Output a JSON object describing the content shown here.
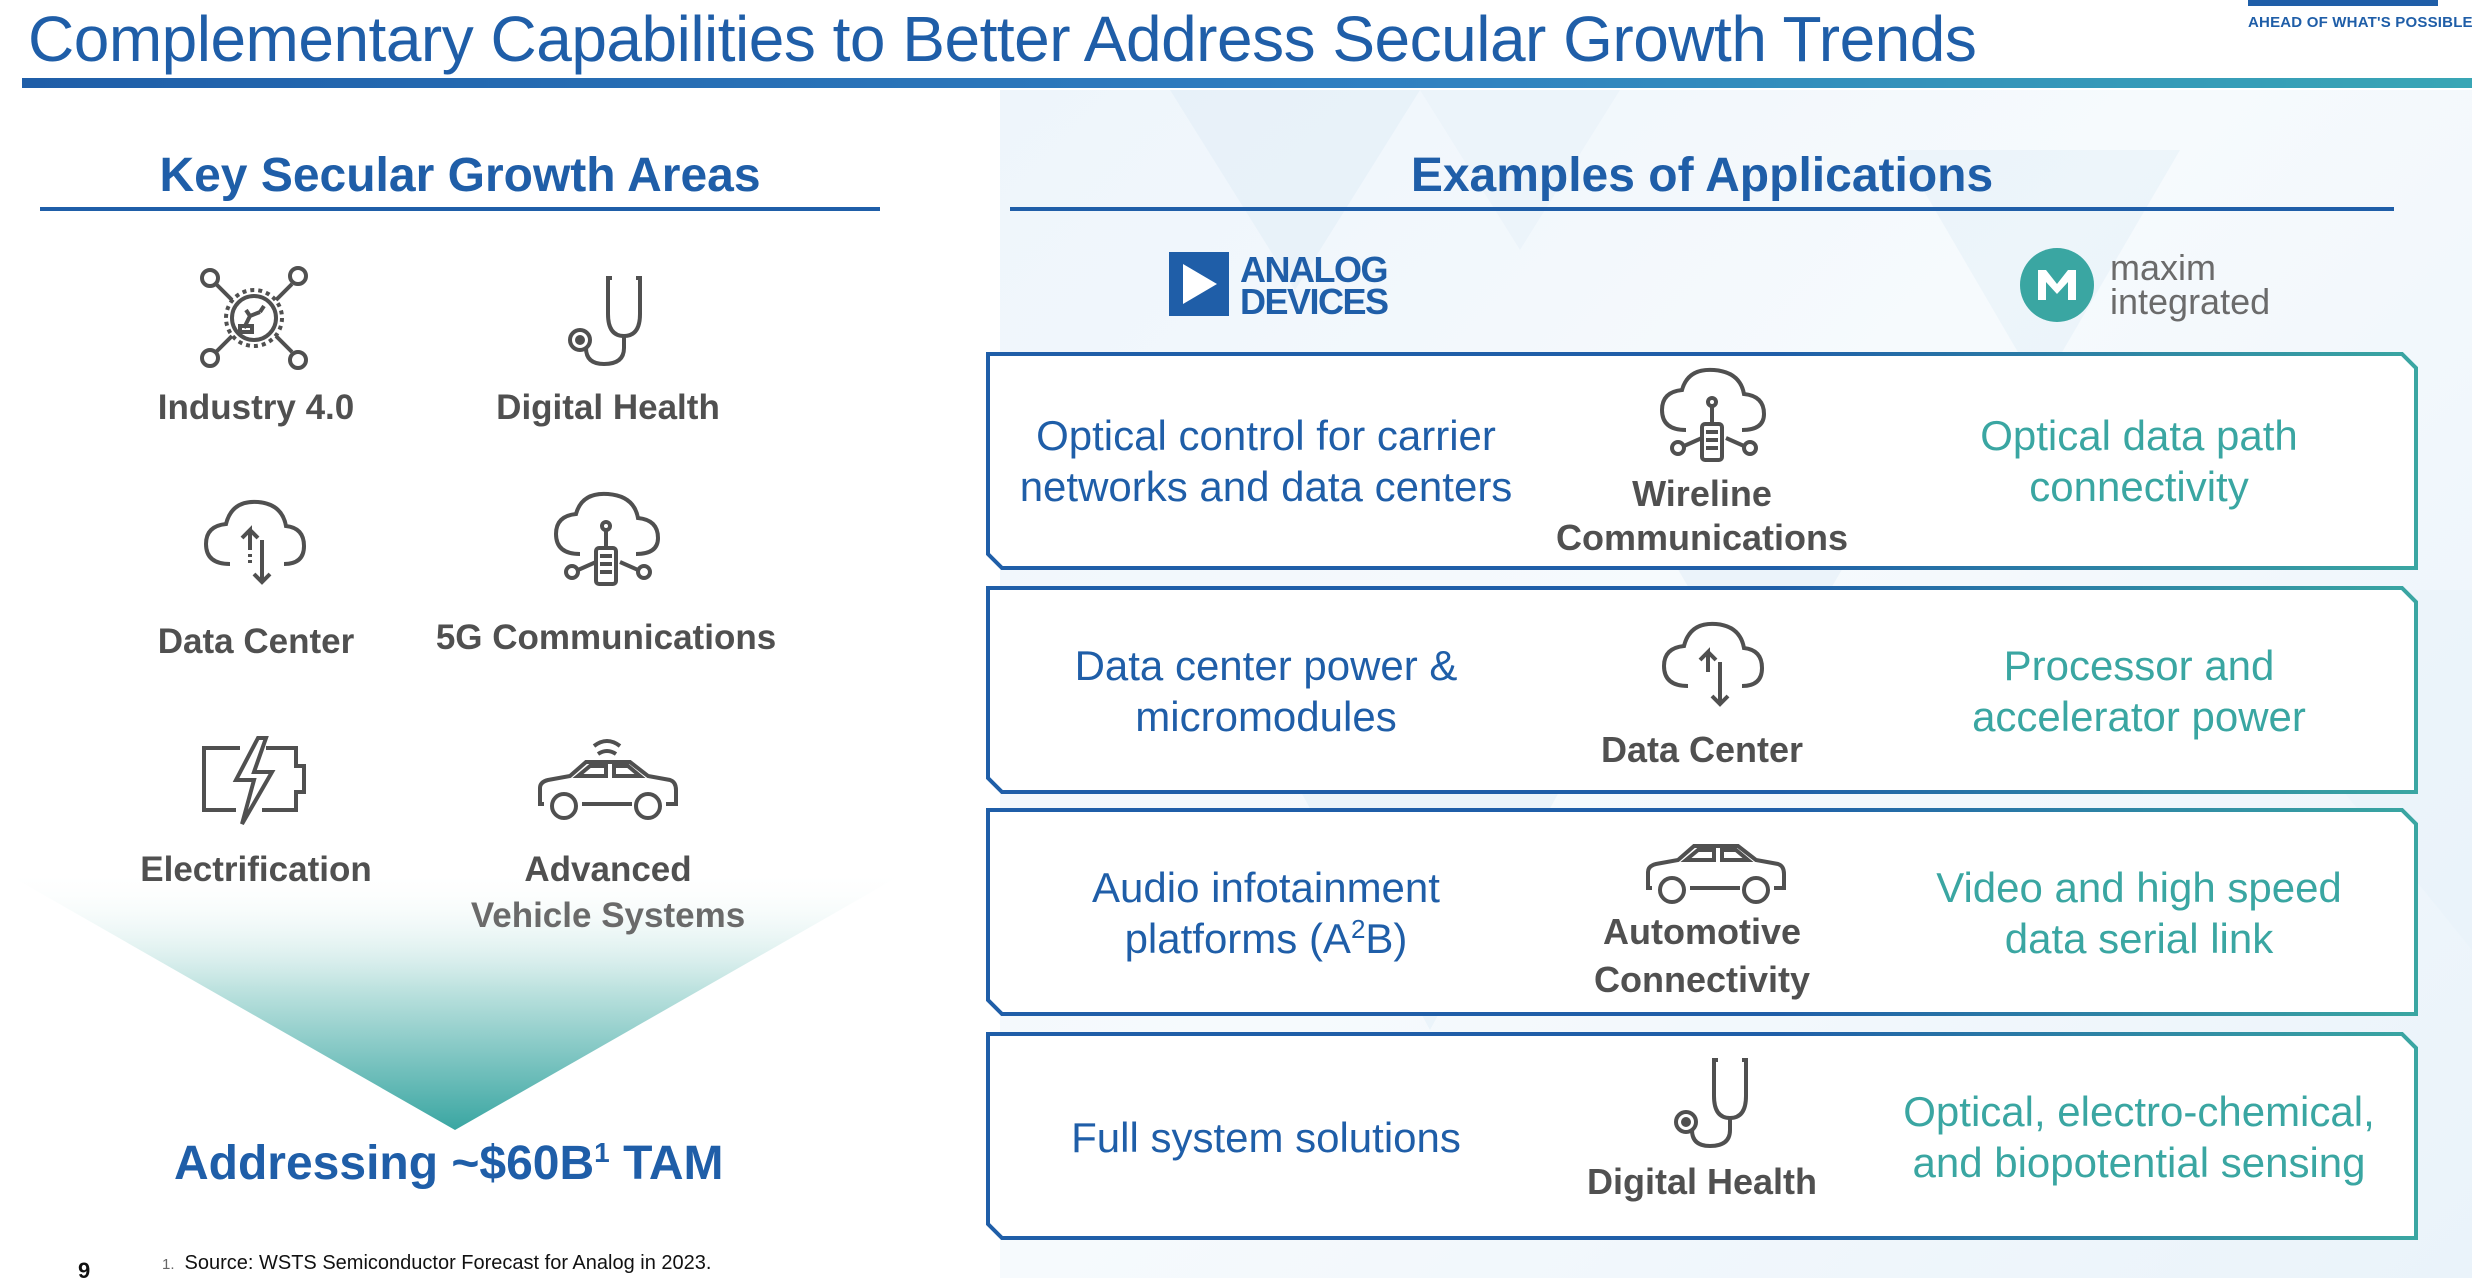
{
  "header": {
    "title": "Complementary Capabilities to Better Address Secular Growth Trends",
    "logo_tagline": "AHEAD OF WHAT'S POSSIBLE™"
  },
  "left": {
    "heading": "Key Secular Growth Areas",
    "areas": [
      {
        "label": "Industry 4.0",
        "icon": "robot-arm-network-icon"
      },
      {
        "label": "Digital Health",
        "icon": "stethoscope-icon"
      },
      {
        "label": "Data Center",
        "icon": "cloud-arrows-icon"
      },
      {
        "label": "5G Communications",
        "icon": "cloud-phone-network-icon"
      },
      {
        "label": "Electrification",
        "icon": "battery-lightning-icon"
      },
      {
        "label_line1": "Advanced",
        "label_line2": "Vehicle Systems",
        "icon": "connected-car-icon"
      }
    ],
    "tam_prefix": "Addressing ~$60B",
    "tam_sup": "1",
    "tam_suffix": " TAM"
  },
  "right": {
    "heading": "Examples of Applications",
    "adi_logo_line1": "ANALOG",
    "adi_logo_line2": "DEVICES",
    "maxim_logo_line1": "maxim",
    "maxim_logo_line2": "integrated",
    "rows": [
      {
        "adi_line1": "Optical control for carrier",
        "adi_line2": "networks and data centers",
        "mid_line1": "Wireline",
        "mid_line2": "Communications",
        "maxim_line1": "Optical data path",
        "maxim_line2": "connectivity"
      },
      {
        "adi_line1": "Data center power &",
        "adi_line2": "micromodules",
        "mid_line1": "Data Center",
        "maxim_line1": "Processor and",
        "maxim_line2": "accelerator power"
      },
      {
        "adi_line1": "Audio infotainment",
        "adi_line2_pre": "platforms (A",
        "adi_line2_sup": "2",
        "adi_line2_post": "B)",
        "mid_line1": "Automotive",
        "mid_line2": "Connectivity",
        "maxim_line1": "Video and high speed",
        "maxim_line2": "data serial link"
      },
      {
        "adi_line1": "Full system solutions",
        "mid_line1": "Digital Health",
        "maxim_line1": "Optical, electro-chemical,",
        "maxim_line2": "and biopotential sensing"
      }
    ]
  },
  "footer": {
    "page_number": "9",
    "footnote_num": "1.",
    "footnote_text": "Source: WSTS Semiconductor Forecast for Analog in 2023."
  },
  "colors": {
    "adi_blue": "#1f5ea8",
    "maxim_teal": "#3aa6a2",
    "icon_gray": "#505050"
  }
}
